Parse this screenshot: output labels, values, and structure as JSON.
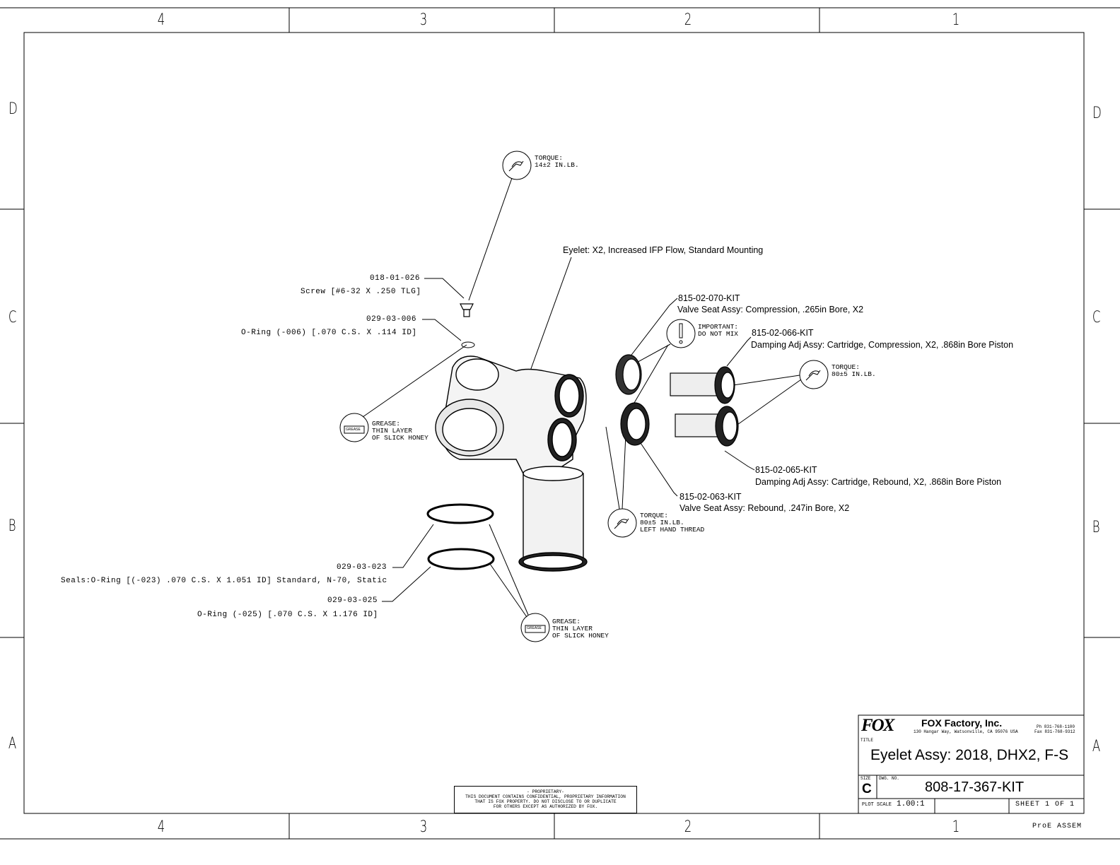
{
  "frame": {
    "zones_columns": [
      "4",
      "3",
      "2",
      "1"
    ],
    "zones_rows": [
      "D",
      "C",
      "B",
      "A"
    ]
  },
  "callouts": {
    "screw_pn": "018-01-026",
    "screw_desc": "Screw [#6-32 X .250 TLG]",
    "oring006_pn": "029-03-006",
    "oring006_desc": "O-Ring (-006) [.070 C.S. X .114 ID]",
    "oring023_pn": "029-03-023",
    "oring023_desc": "Seals:O-Ring [(-023) .070 C.S. X 1.051 ID] Standard, N-70, Static",
    "oring025_pn": "029-03-025",
    "oring025_desc": "O-Ring (-025) [.070 C.S. X 1.176 ID]",
    "eyelet_desc": "Eyelet:  X2, Increased IFP Flow, Standard Mounting",
    "vs070_pn": "815-02-070-KIT",
    "vs070_desc": "Valve Seat Assy:  Compression, .265in Bore, X2",
    "da066_pn": "815-02-066-KIT",
    "da066_desc": "Damping Adj Assy:  Cartridge, Compression, X2, .868in Bore Piston",
    "da065_pn": "815-02-065-KIT",
    "da065_desc": "Damping Adj Assy:  Cartridge, Rebound, X2, .868in Bore Piston",
    "vs063_pn": "815-02-063-KIT",
    "vs063_desc": "Valve Seat Assy:  Rebound, .247in Bore, X2"
  },
  "notes": {
    "torque_screw": "TORQUE:\n14±2 IN.LB.",
    "torque_cart": "TORQUE:\n80±5 IN.LB.",
    "torque_seat": "TORQUE:\n80±5 IN.LB.\nLEFT HAND THREAD",
    "important": "IMPORTANT:\nDO NOT MIX",
    "grease_1": "GREASE:\nTHIN LAYER\nOF SLICK HONEY",
    "grease_2": "GREASE:\nTHIN LAYER\nOF SLICK HONEY",
    "grease_icon_label": "GREASE"
  },
  "proprietary": [
    "- PROPRIETARY-",
    "THIS DOCUMENT CONTAINS CONFIDENTIAL, PROPRIETARY INFORMATION",
    "THAT IS FOX PROPERTY.  DO NOT DISCLOSE TO OR DUPLICATE",
    "FOR OTHERS EXCEPT AS AUTHORIZED BY FOX."
  ],
  "title_block": {
    "logo_text": "FOX",
    "company": "FOX Factory, Inc.",
    "address": "130 Hangar Way, Watsonville, CA 95076 USA",
    "phone": "Ph 831-768-1100",
    "fax": "Fax 831-768-9312",
    "title_label": "TITLE",
    "title": "Eyelet Assy:  2018, DHX2, F-S",
    "size_label": "SIZE",
    "size": "C",
    "dwg_label": "DWG. NO.",
    "dwg_no": "808-17-367-KIT",
    "plot_scale_label": "PLOT SCALE",
    "plot_scale": "1.00:1",
    "sheet": "SHEET 1 OF 1",
    "software": "ProE ASSEM"
  }
}
